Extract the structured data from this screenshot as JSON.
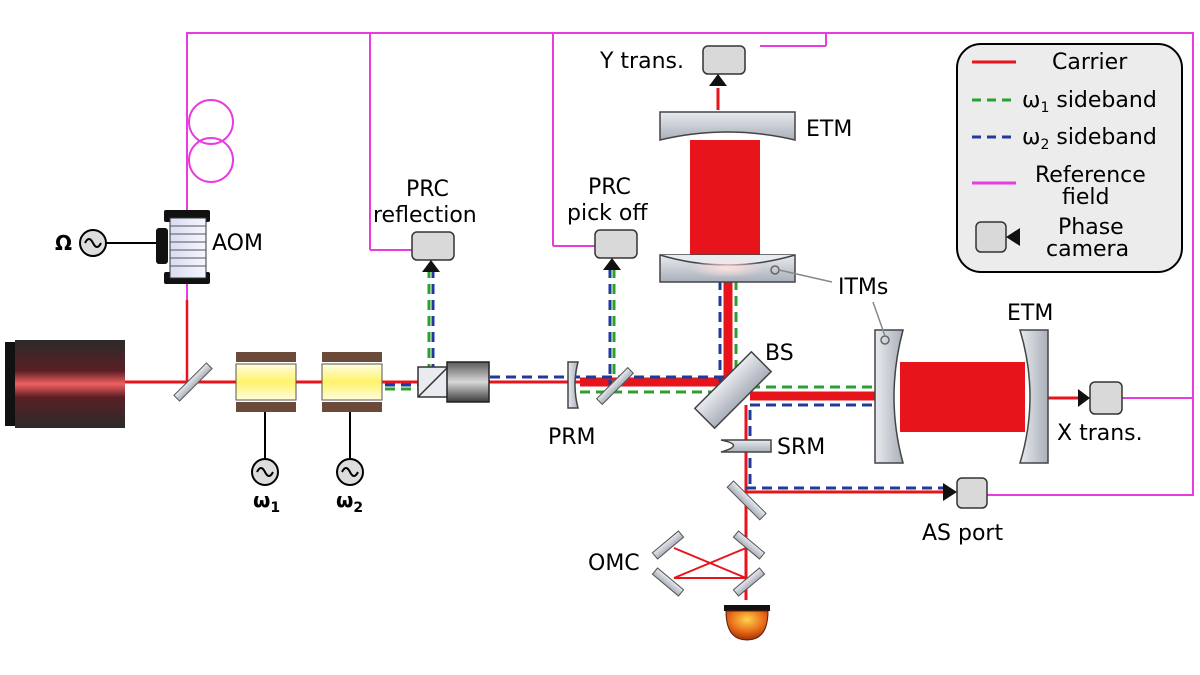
{
  "labels": {
    "y_trans": "Y trans.",
    "etm_top": "ETM",
    "etm_right": "ETM",
    "prc_reflection_1": "PRC",
    "prc_reflection_2": "reflection",
    "prc_pickoff_1": "PRC",
    "prc_pickoff_2": "pick off",
    "aom": "AOM",
    "omega_big": "Ω",
    "omega1": "ω",
    "omega1_sub": "1",
    "omega2": "ω",
    "omega2_sub": "2",
    "itms": "ITMs",
    "bs": "BS",
    "prm": "PRM",
    "srm": "SRM",
    "x_trans": "X trans.",
    "as_port": "AS port",
    "omc": "OMC"
  },
  "legend": {
    "items": [
      {
        "label": "Carrier",
        "style": "solid",
        "color": "#e8141c"
      },
      {
        "label": "ω",
        "sub": "1",
        "label_rest": " sideband",
        "style": "dashed",
        "color": "#2ca02c"
      },
      {
        "label": "ω",
        "sub": "2",
        "label_rest": " sideband",
        "style": "dashed",
        "color": "#1f3a9a"
      },
      {
        "label_line1": "Reference",
        "label_line2": "field",
        "style": "solid",
        "color": "#e83ce0"
      },
      {
        "label_line1": "Phase",
        "label_line2": "camera",
        "style": "icon",
        "icon": "phase-camera-icon"
      }
    ]
  },
  "colors": {
    "carrier": "#e8141c",
    "sideband1": "#2ca02c",
    "sideband2": "#1f3a9a",
    "reference": "#e83ce0",
    "optic_fill": "#c8ccd4",
    "camera_fill": "#d9d9d9",
    "eom_crystal": "#fff9a0"
  }
}
